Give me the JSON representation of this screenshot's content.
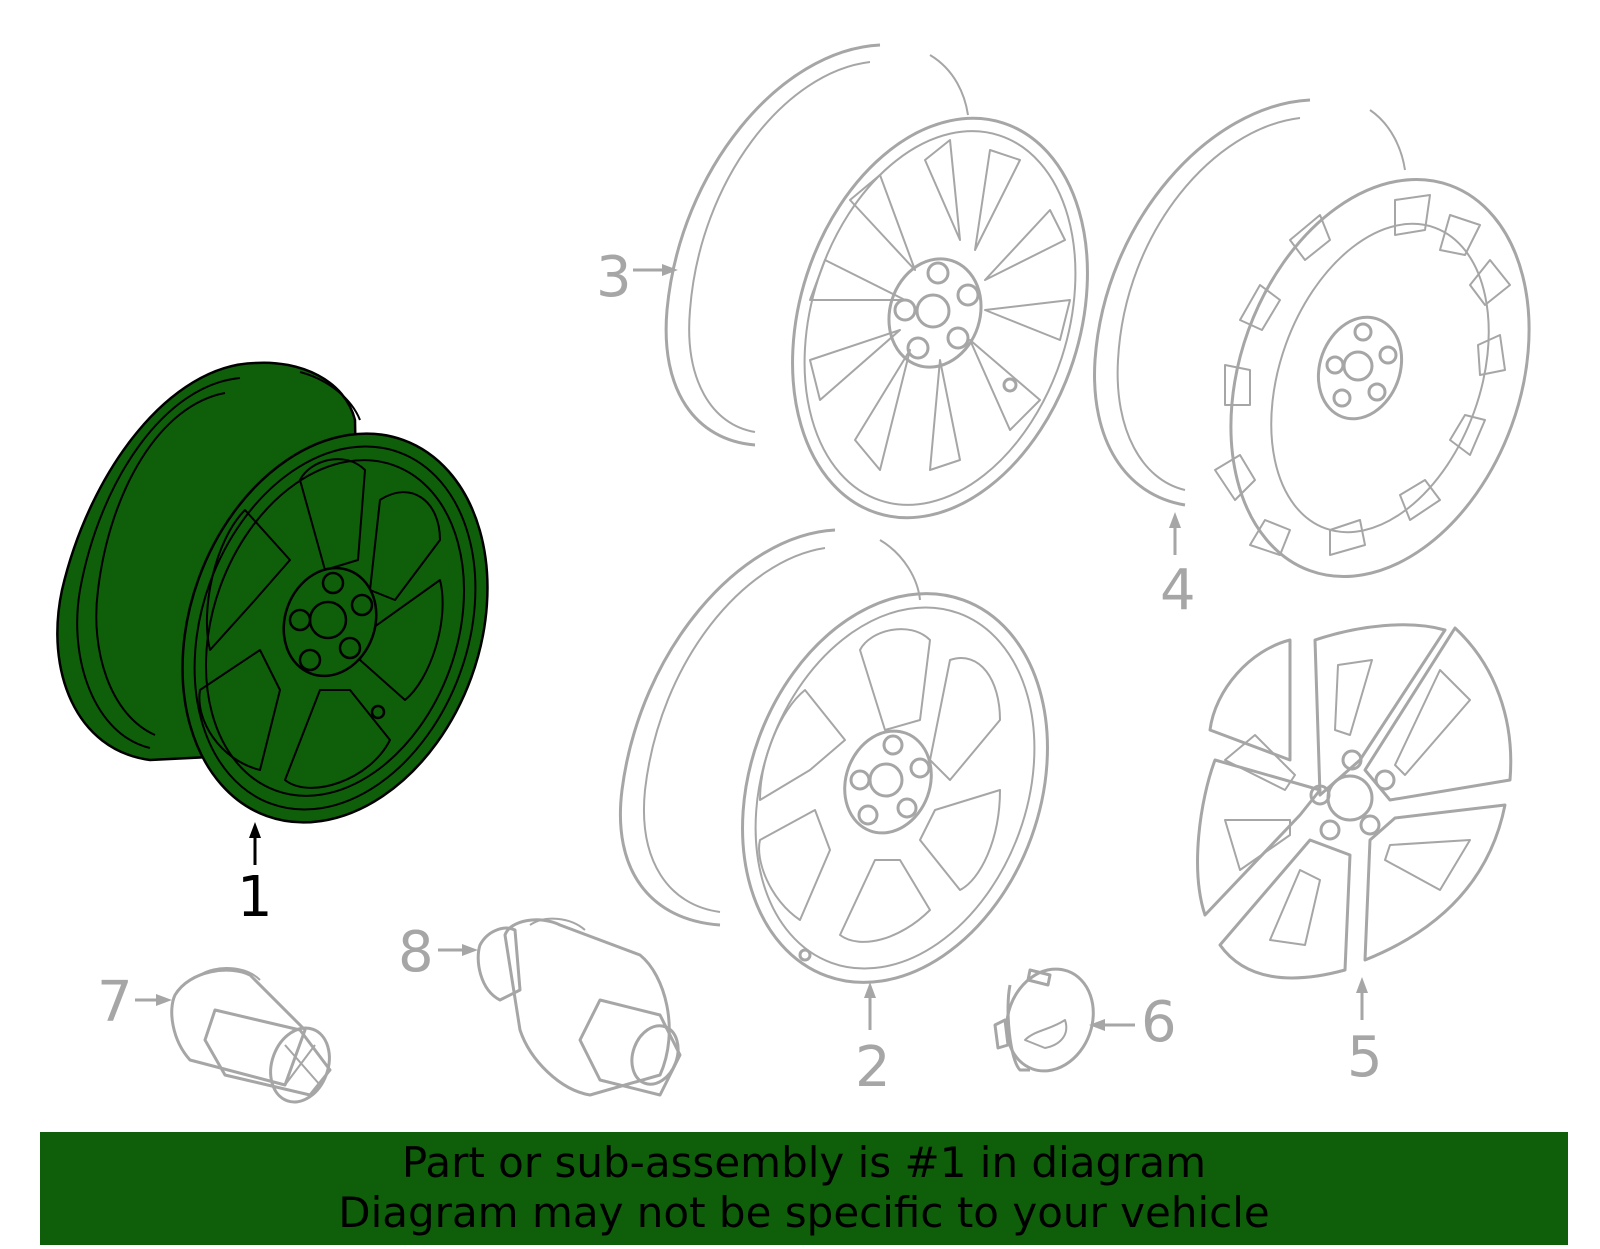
{
  "colors": {
    "highlight_fill": "#0f5e0a",
    "part_outline": "#a6a6a6",
    "highlight_outline": "#000000",
    "banner_background": "#0f5e0a",
    "banner_text": "#000000"
  },
  "callouts": {
    "c1": "1",
    "c2": "2",
    "c3": "3",
    "c4": "4",
    "c5": "5",
    "c6": "6",
    "c7": "7",
    "c8": "8"
  },
  "parts": [
    {
      "number": "1",
      "icon": "alloy-wheel-5-split-spoke-icon",
      "highlighted": true
    },
    {
      "number": "2",
      "icon": "alloy-wheel-5-spoke-icon",
      "highlighted": false
    },
    {
      "number": "3",
      "icon": "alloy-wheel-multi-spoke-icon",
      "highlighted": false
    },
    {
      "number": "4",
      "icon": "spare-wheel-icon",
      "highlighted": false
    },
    {
      "number": "5",
      "icon": "wheel-cover-icon",
      "highlighted": false
    },
    {
      "number": "6",
      "icon": "center-cap-icon",
      "highlighted": false
    },
    {
      "number": "7",
      "icon": "lug-nut-icon",
      "highlighted": false
    },
    {
      "number": "8",
      "icon": "locking-lug-nut-icon",
      "highlighted": false
    }
  ],
  "banner": {
    "line1": "Part or sub-assembly is #1 in diagram",
    "line2": "Diagram may not be specific to your vehicle"
  }
}
